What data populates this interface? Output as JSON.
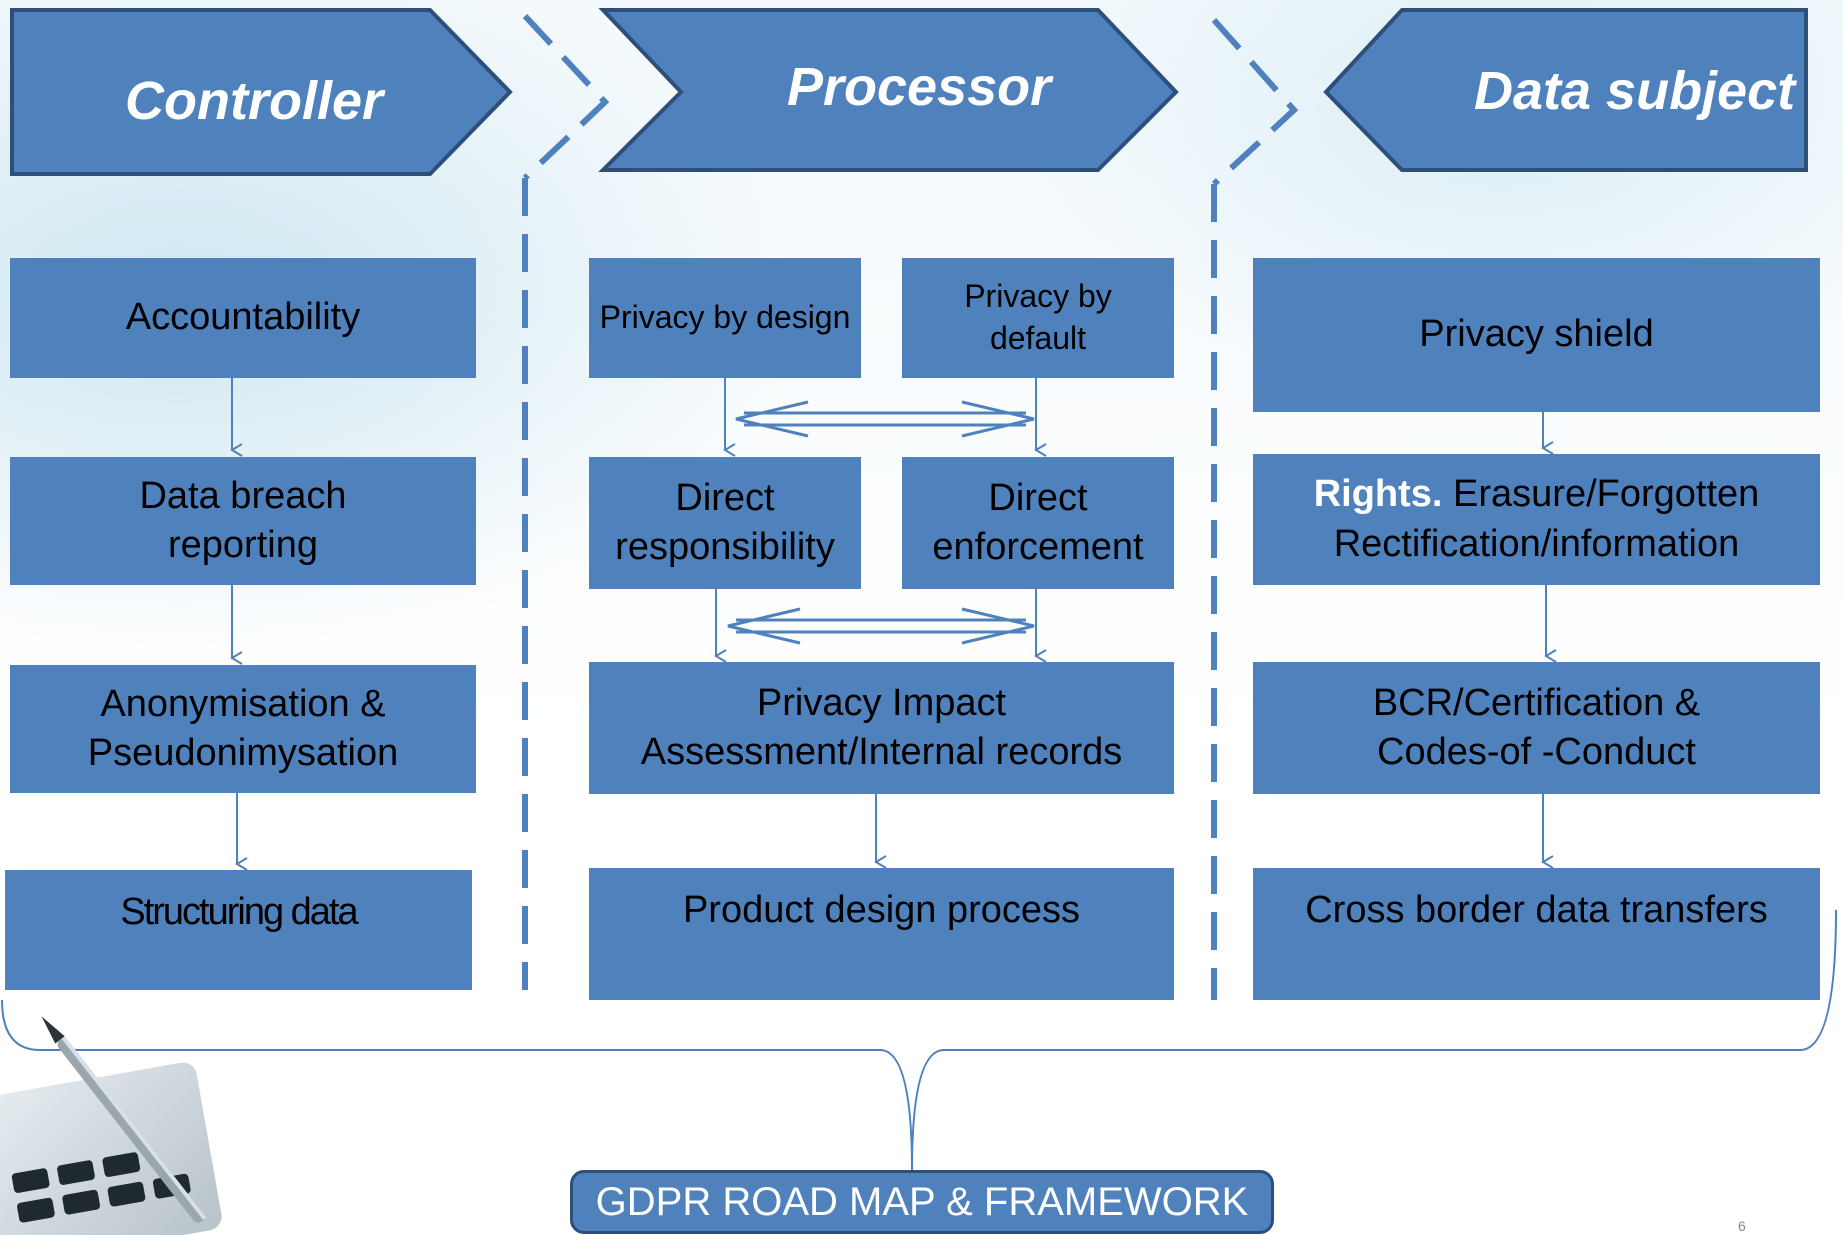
{
  "headers": {
    "controller": "Controller",
    "processor": "Processor",
    "data_subject": "Data subject"
  },
  "controller": {
    "items": [
      "Accountability",
      [
        "Data breach",
        "reporting"
      ],
      [
        "Anonymisation &",
        "Pseudonimysation"
      ],
      "Structuring data"
    ]
  },
  "processor": {
    "privacy_by_design": "Privacy by design",
    "privacy_by_default": "Privacy by default",
    "direct_responsibility": [
      "Direct",
      "responsibility"
    ],
    "direct_enforcement": [
      "Direct",
      "enforcement"
    ],
    "pia": [
      "Privacy Impact",
      "Assessment/Internal records"
    ],
    "product_design": "Product design process"
  },
  "data_subject": {
    "privacy_shield": "Privacy shield",
    "rights_lead": "Rights.",
    "rights_rest": " Erasure/Forgotten",
    "rights_line2": "Rectification/information",
    "bcr": [
      "BCR/Certification &",
      "Codes-of -Conduct"
    ],
    "cross_border": "Cross border data transfers"
  },
  "footer": "GDPR ROAD MAP & FRAMEWORK",
  "page_number": "6",
  "colors": {
    "box_fill": "#4f81bd",
    "box_border": "#2e4f7a",
    "connector": "#4f81bd",
    "header_text": "#ffffff",
    "body_text": "#000000"
  }
}
